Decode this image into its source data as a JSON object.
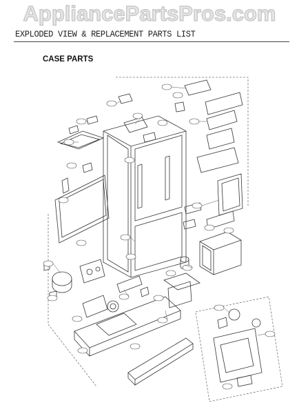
{
  "watermark": "AppliancePartsPros.com",
  "header": {
    "title": "EXPLODED VIEW & REPLACEMENT PARTS LIST"
  },
  "section": {
    "title": "CASE PARTS"
  },
  "colors": {
    "line": "#333333",
    "watermark": "#cfcfcf"
  }
}
